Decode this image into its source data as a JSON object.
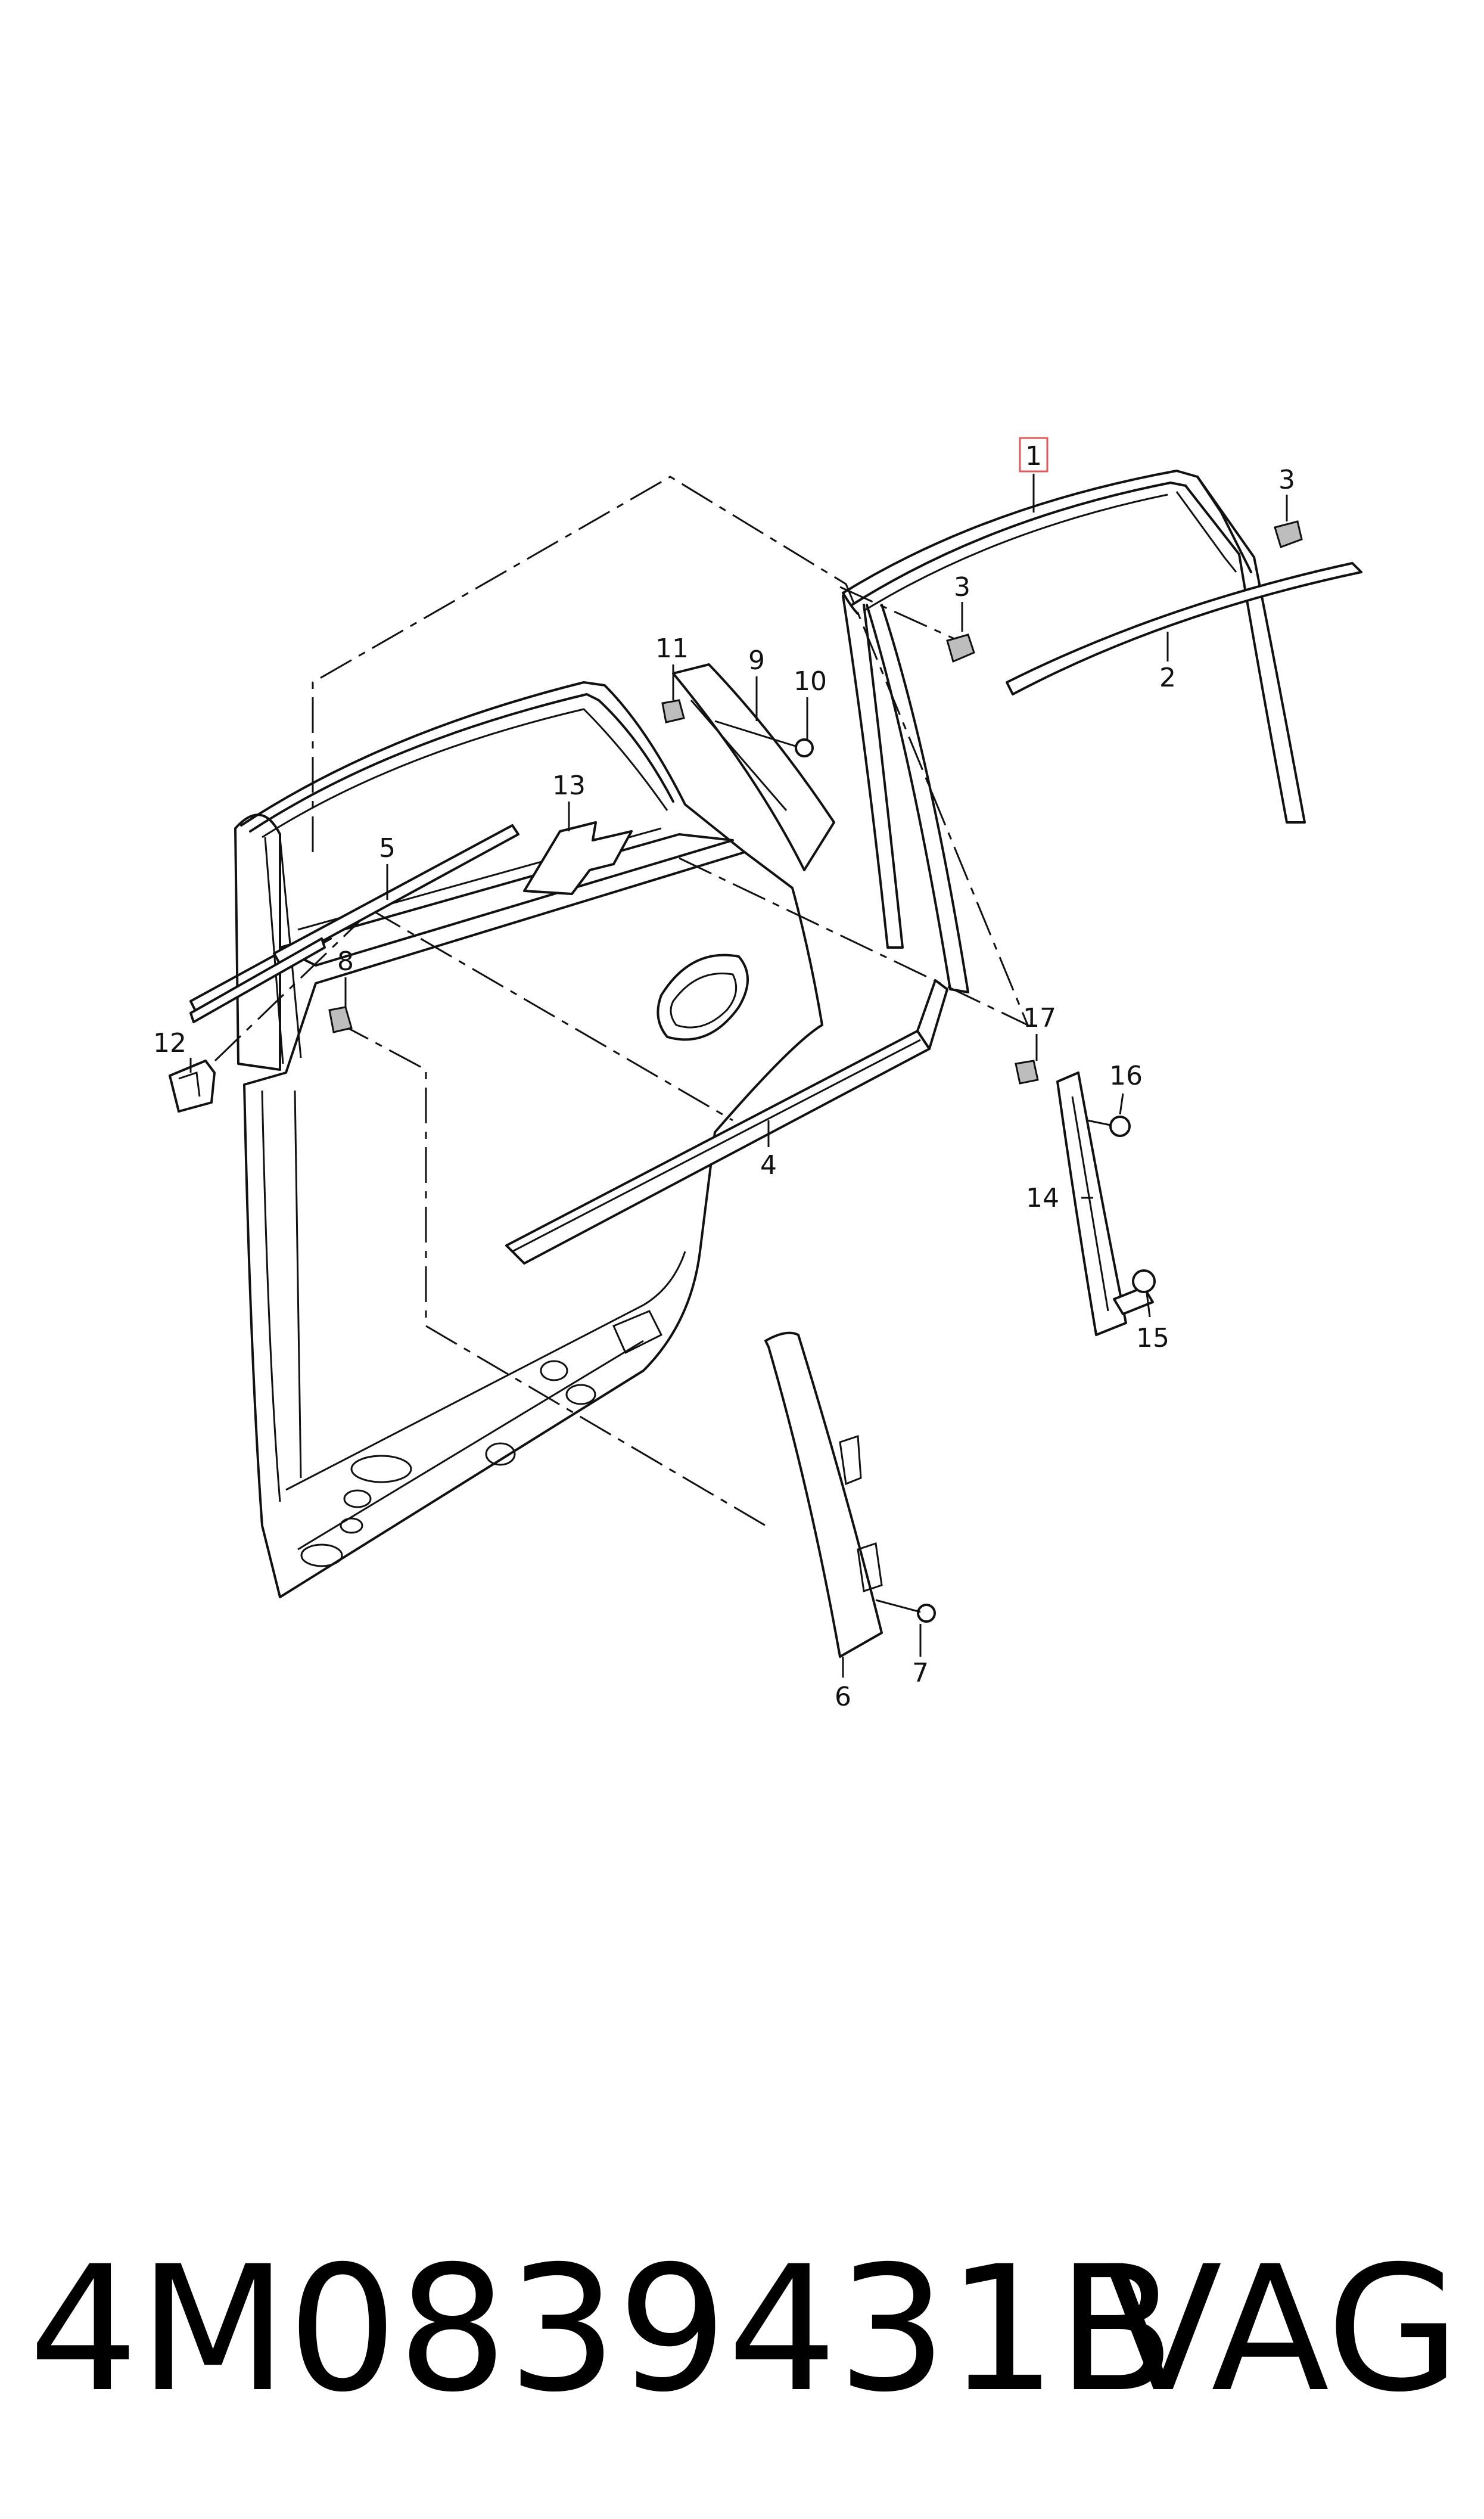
{
  "diagram": {
    "callouts": [
      {
        "id": "1",
        "label": "1",
        "highlighted": true
      },
      {
        "id": "2",
        "label": "2"
      },
      {
        "id": "3a",
        "label": "3"
      },
      {
        "id": "3b",
        "label": "3"
      },
      {
        "id": "4",
        "label": "4"
      },
      {
        "id": "5",
        "label": "5"
      },
      {
        "id": "6",
        "label": "6"
      },
      {
        "id": "7",
        "label": "7"
      },
      {
        "id": "8",
        "label": "8"
      },
      {
        "id": "9",
        "label": "9"
      },
      {
        "id": "10",
        "label": "10"
      },
      {
        "id": "11",
        "label": "11"
      },
      {
        "id": "12",
        "label": "12"
      },
      {
        "id": "13",
        "label": "13"
      },
      {
        "id": "14",
        "label": "14"
      },
      {
        "id": "15",
        "label": "15"
      },
      {
        "id": "16",
        "label": "16"
      },
      {
        "id": "17",
        "label": "17"
      }
    ],
    "highlight_color": "#e05a5a"
  },
  "footer": {
    "part_number": "4M0839431B",
    "brand": "VAG"
  }
}
